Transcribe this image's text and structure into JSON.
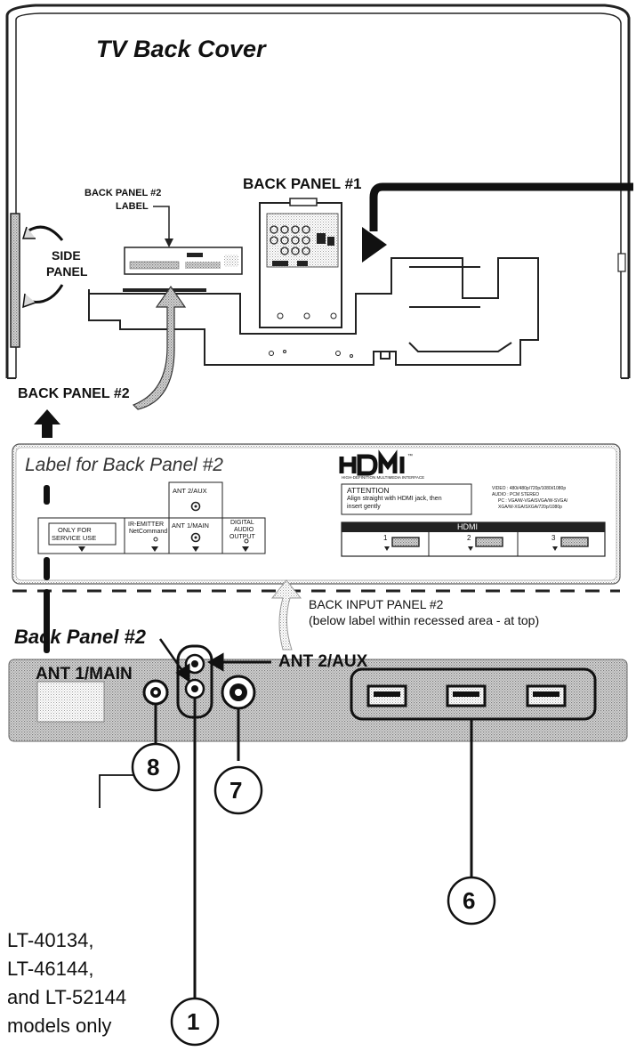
{
  "top": {
    "title": "TV Back Cover",
    "back_panel_1": "BACK PANEL #1",
    "back_panel_2_label_line1": "BACK PANEL #2",
    "back_panel_2_label_line2": "LABEL",
    "side_panel_line1": "SIDE",
    "side_panel_line2": "PANEL",
    "back_panel_2": "BACK PANEL #2"
  },
  "label_panel": {
    "title": "Label for Back Panel #2",
    "ant2": "ANT 2/AUX",
    "service_line1": "ONLY FOR",
    "service_line2": "SERVICE USE",
    "ir_line1": "IR-EMITTER",
    "ir_line2": "NetCommand",
    "ant1": "ANT 1/MAIN",
    "digital_line1": "DIGITAL",
    "digital_line2": "AUDIO",
    "digital_line3": "OUTPUT",
    "hdmi_logo": "HDMI",
    "hdmi_tm": "™",
    "hdmi_tagline": "HIGH-DEFINITION MULTIMEDIA INTERFACE",
    "attention_title": "ATTENTION",
    "attention_line1": "Align straight with HDMI jack, then",
    "attention_line2": "insert gently",
    "spec_line1": "VIDEO : 480i/480p/720p/1080i/1080p",
    "spec_line2": "AUDIO : PCM STEREO",
    "spec_line3": "PC : VGA/W-VGA/SVGA/W-SVGA/",
    "spec_line4": "XGA/W-XGA/SXGA/720p/1080p",
    "hdmi_bar": "HDMI",
    "port1": "1",
    "port2": "2",
    "port3": "3"
  },
  "callout": {
    "line1": "BACK INPUT PANEL #2",
    "line2": "(below label within recessed area - at top)"
  },
  "bottom": {
    "title": "Back Panel #2",
    "ant1": "ANT 1/MAIN",
    "ant2": "ANT 2/AUX",
    "num8": "8",
    "num7": "7",
    "num6": "6",
    "num1": "1",
    "models_line1": "LT-40134,",
    "models_line2": "LT-46144,",
    "models_line3": "and LT-52144",
    "models_line4": "models only"
  }
}
